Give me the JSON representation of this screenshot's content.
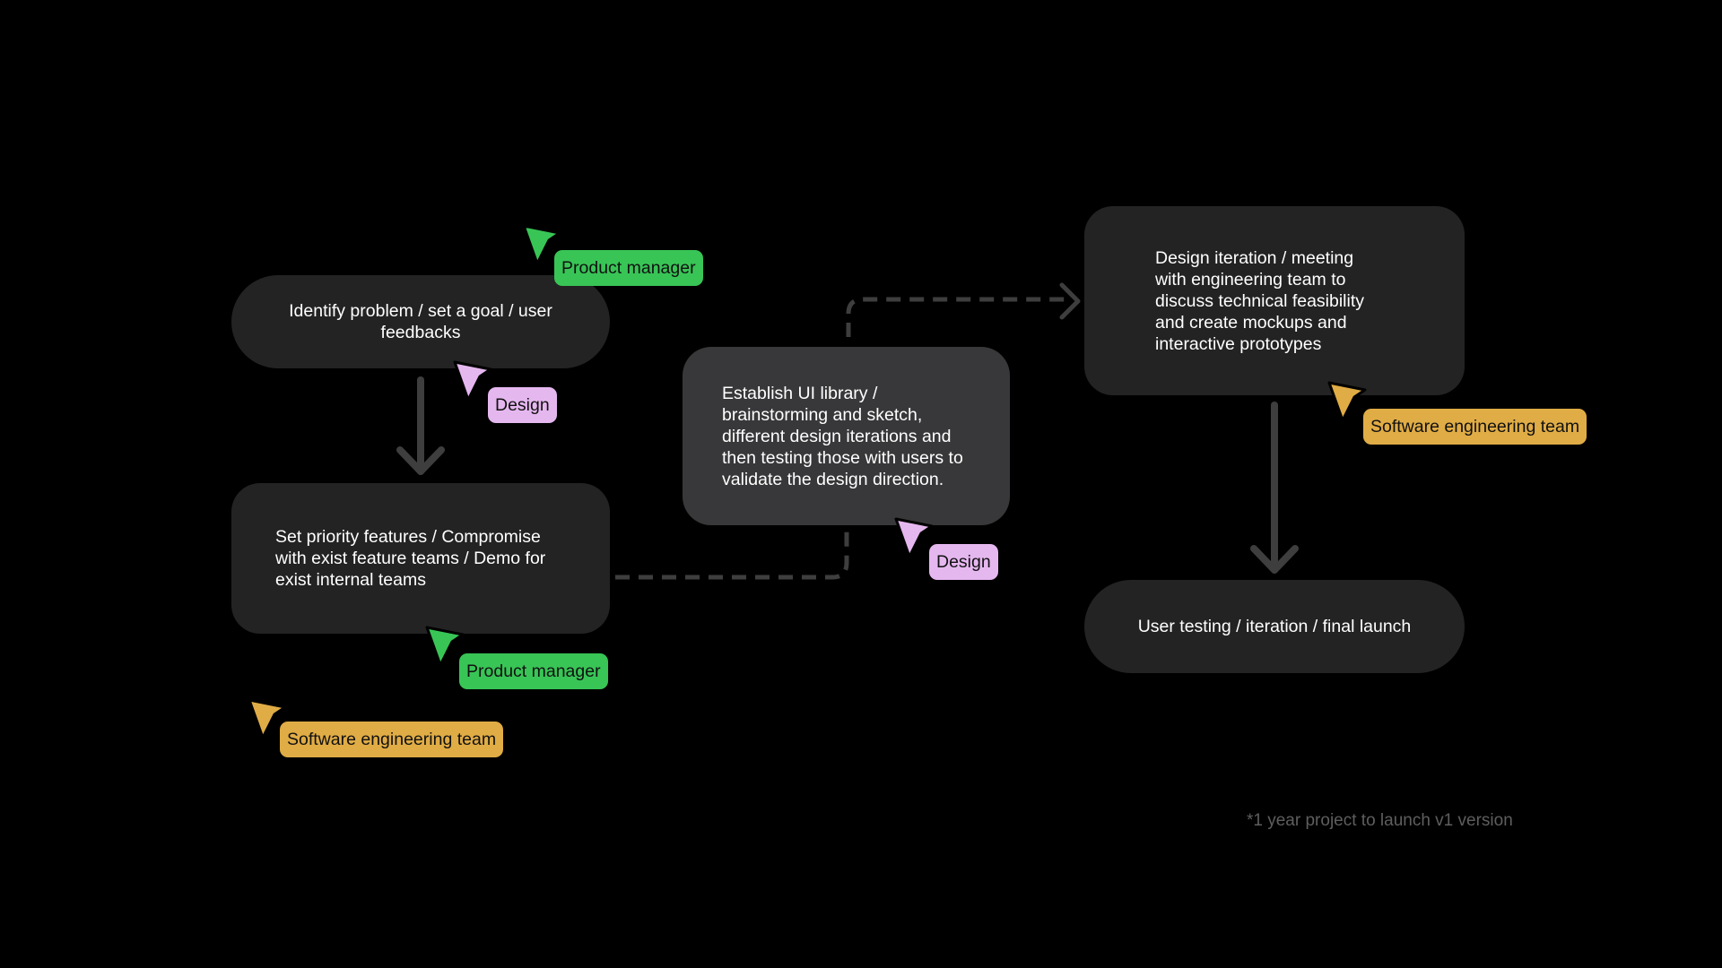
{
  "colors": {
    "background": "#000000",
    "node_fill": "#232323",
    "node_fill_highlight": "#38383a",
    "connector": "#3e3e3e",
    "product_manager": "#38c556",
    "design": "#e5b7ef",
    "software_engineering": "#e0ac45",
    "footnote": "#5e5e5e"
  },
  "nodes": {
    "identify_problem": "Identify problem / set a goal / user feedbacks",
    "set_priority": "Set priority features / Compromise with exist feature teams / Demo for exist internal teams",
    "establish_ui_library": "Establish UI library / brainstorming and sketch, different design iterations and then testing those with users to validate the design direction.",
    "design_iteration": "Design iteration / meeting with engineering team to discuss technical feasibility and create mockups and interactive prototypes",
    "user_testing": "User testing / iteration / final launch"
  },
  "tags": {
    "pm_top": "Product manager",
    "design_top": "Design",
    "pm_bottom": "Product manager",
    "eng_bottom": "Software engineering team",
    "design_middle": "Design",
    "eng_right": "Software engineering team"
  },
  "icons": {
    "cursor": "cursor-arrow-icon",
    "arrow": "arrow-down-icon",
    "chevron": "chevron-right-icon"
  },
  "footnote": "*1 year project to launch v1 version"
}
